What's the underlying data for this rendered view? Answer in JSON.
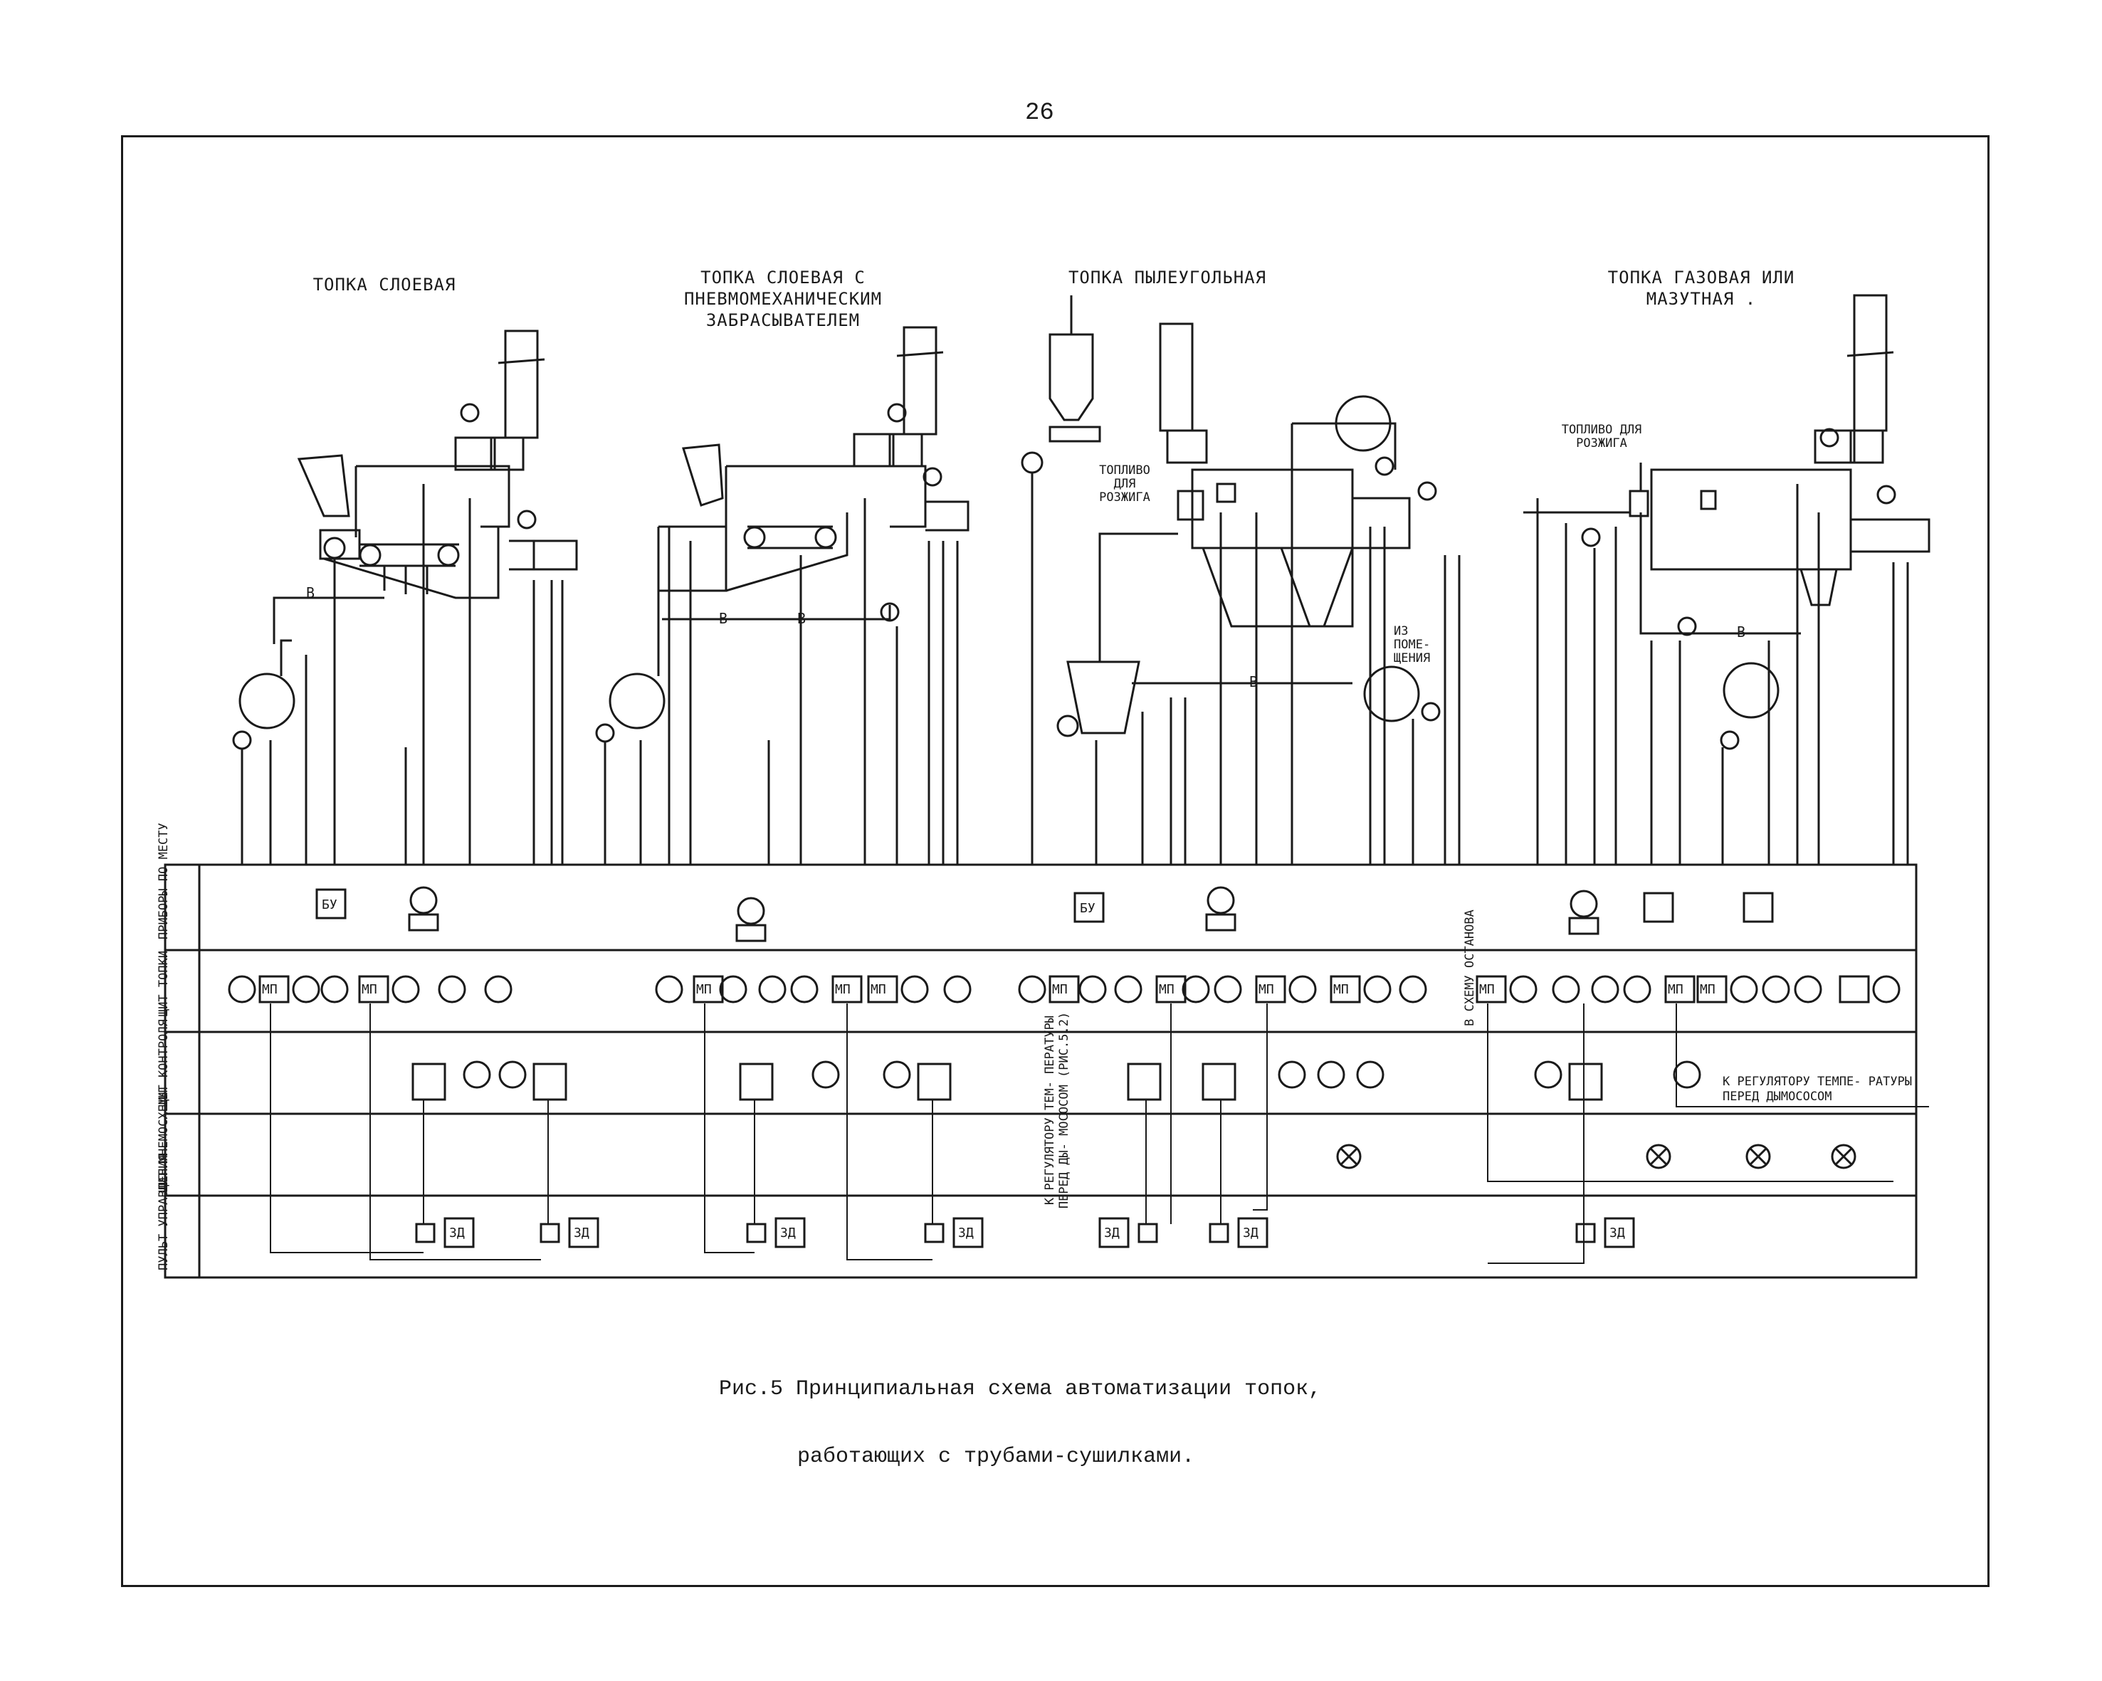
{
  "page_number": "26",
  "sections": [
    {
      "title": "ТОПКА СЛОЕВАЯ"
    },
    {
      "title": "ТОПКА СЛОЕВАЯ С ПНЕВМОМЕХАНИЧЕСКИМ ЗАБРАСЫВАТЕЛЕМ"
    },
    {
      "title": "ТОПКА ПЫЛЕУГОЛЬНАЯ"
    },
    {
      "title": "ТОПКА ГАЗОВАЯ ИЛИ МАЗУТНАЯ ."
    }
  ],
  "row_labels": [
    "ПРИБОРЫ ПО МЕСТУ",
    "ЩИТ ТОПКИ",
    "ЩИТ КОНТРОЛЯ",
    "ЩИТ МНЕМОСХЕМЫ",
    "ПУЛЬТ УПРАВЛЕНИЯ"
  ],
  "notes": {
    "fuel_ignition_1": "ТОПЛИВО ДЛЯ РОЗЖИГА",
    "fuel_ignition_2": "ТОПЛИВО ДЛЯ РОЗЖИГА",
    "from_room": "ИЗ ПОМЕ- ЩЕНИЯ",
    "regulator_left": "К РЕГУЛЯТОРУ ТЕМ- ПЕРАТУРЫ ПЕРЕД ДЫ- МОСОСОМ (РИС.5.2)",
    "regulator_right": "К РЕГУЛЯТОРУ ТЕМПЕ- РАТУРЫ ПЕРЕД ДЫМОСОСОМ",
    "to_stop_scheme": "В СХЕМУ ОСТАНОВА"
  },
  "instrument_labels": {
    "bu": "БУ",
    "mp": "МП",
    "zd": "ЗД",
    "air": "В"
  },
  "caption": {
    "line1": "Рис.5 Принципиальная схема автоматизации топок,",
    "line2": "работающих с трубами-сушилками."
  },
  "colors": {
    "ink": "#1a1a1a",
    "paper": "#ffffff"
  }
}
